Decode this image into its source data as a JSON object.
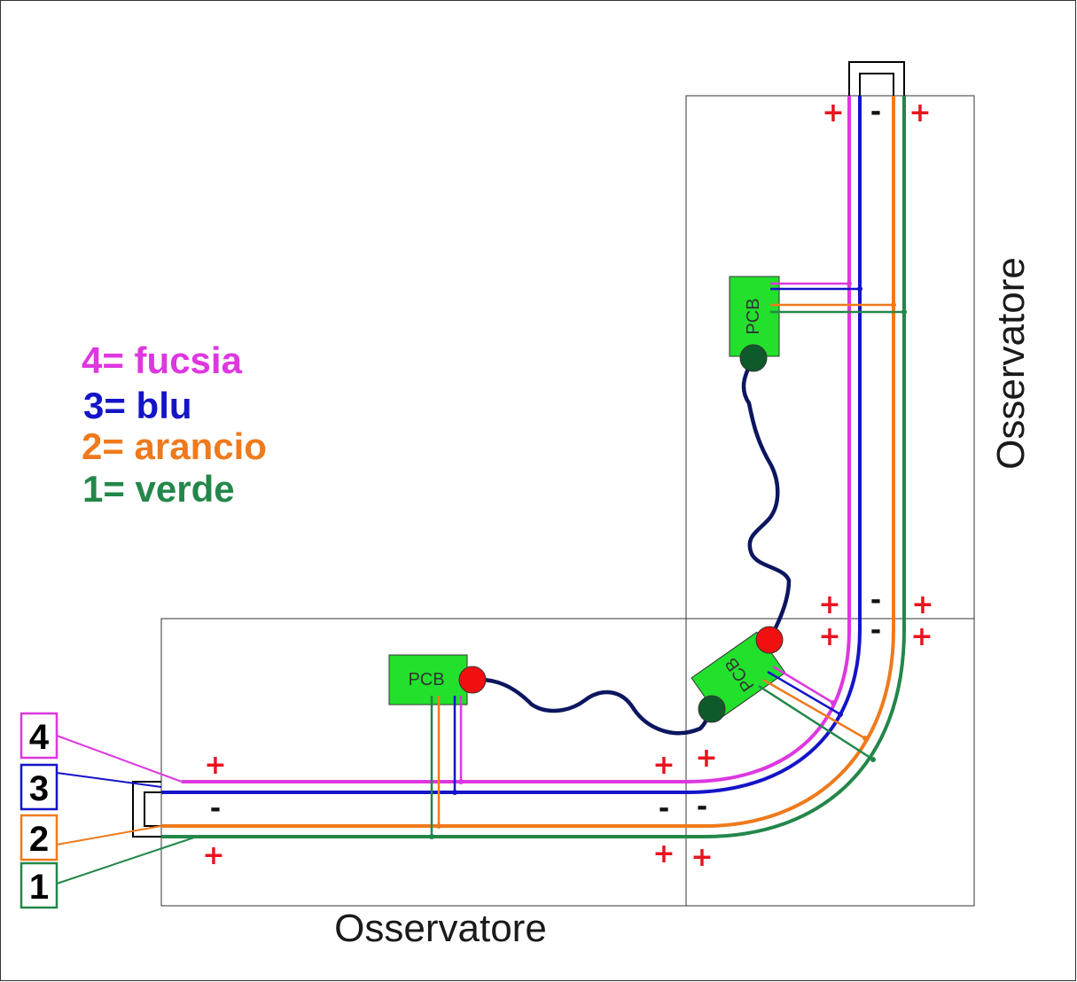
{
  "colors": {
    "fucsia": "#de37e0",
    "blu": "#1414c8",
    "arancio": "#ef7a1c",
    "verde": "#23874a",
    "pcb": "#22e02c",
    "cable": "#0c1660",
    "red_dot": "#f01010",
    "green_dot": "#0f5a2a",
    "sign_plus": "#e8141e"
  },
  "legend": [
    {
      "text": "4= fucsia",
      "color": "#de37e0"
    },
    {
      "text": "3= blu",
      "color": "#1414c8"
    },
    {
      "text": "2= arancio",
      "color": "#ef7a1c"
    },
    {
      "text": "1= verde",
      "color": "#23874a"
    }
  ],
  "observers": {
    "bottom": "Osservatore",
    "right": "Osservatore"
  },
  "pcb_labels": {
    "horizontal": "PCB",
    "vertical": "PCB",
    "diagonal": "PCB"
  },
  "wire_numbers": [
    "4",
    "3",
    "2",
    "1"
  ],
  "signs": {
    "plus": "+",
    "minus": "-"
  }
}
